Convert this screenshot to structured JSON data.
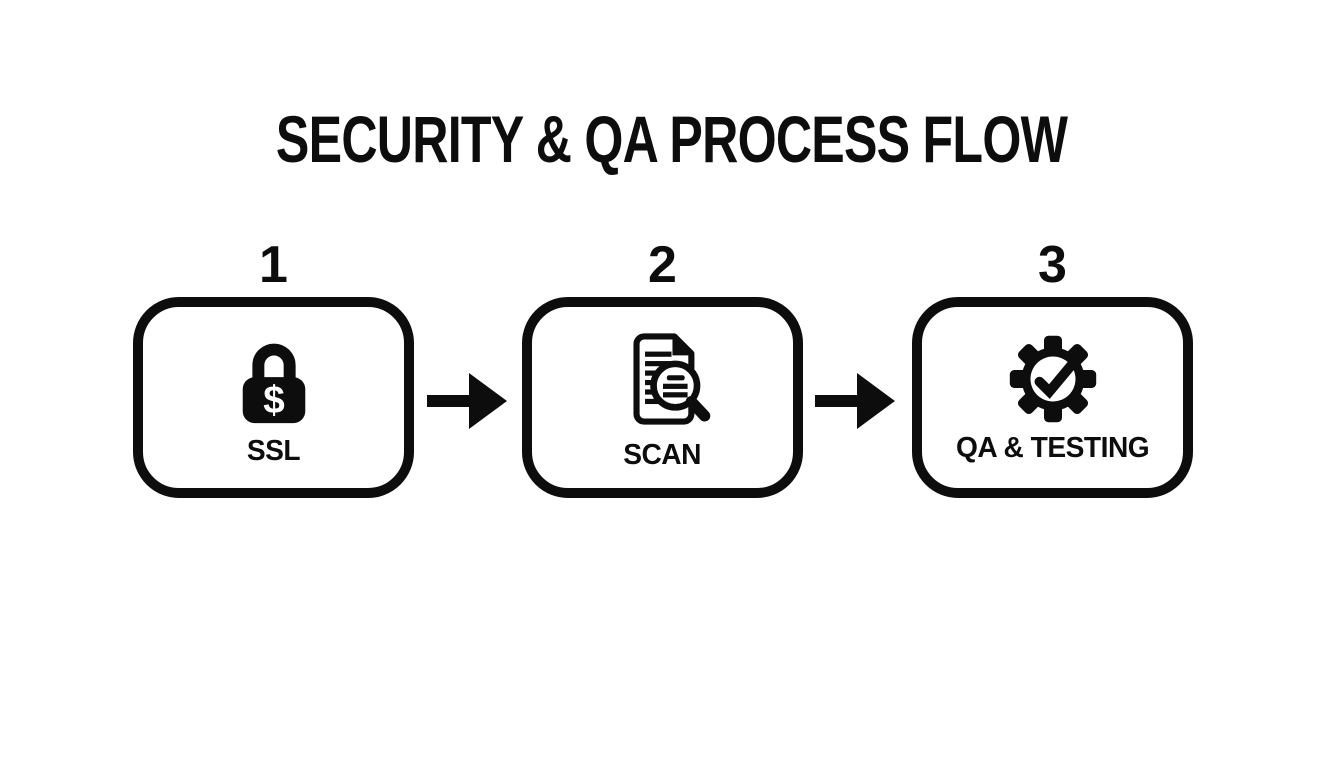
{
  "title": "SECURITY & QA PROCESS FLOW",
  "colors": {
    "ink": "#0d0d0d",
    "background": "#ffffff"
  },
  "steps": [
    {
      "number": "1",
      "label": "SSL",
      "icon": "lock-dollar-icon",
      "icon_glyph": "$"
    },
    {
      "number": "2",
      "label": "SCAN",
      "icon": "document-magnifier-icon"
    },
    {
      "number": "3",
      "label": "QA & TESTING",
      "icon": "gear-check-icon"
    }
  ],
  "arrows": [
    {
      "from_step": "1",
      "to_step": "2",
      "direction": "right"
    },
    {
      "from_step": "2",
      "to_step": "3",
      "direction": "right"
    }
  ]
}
